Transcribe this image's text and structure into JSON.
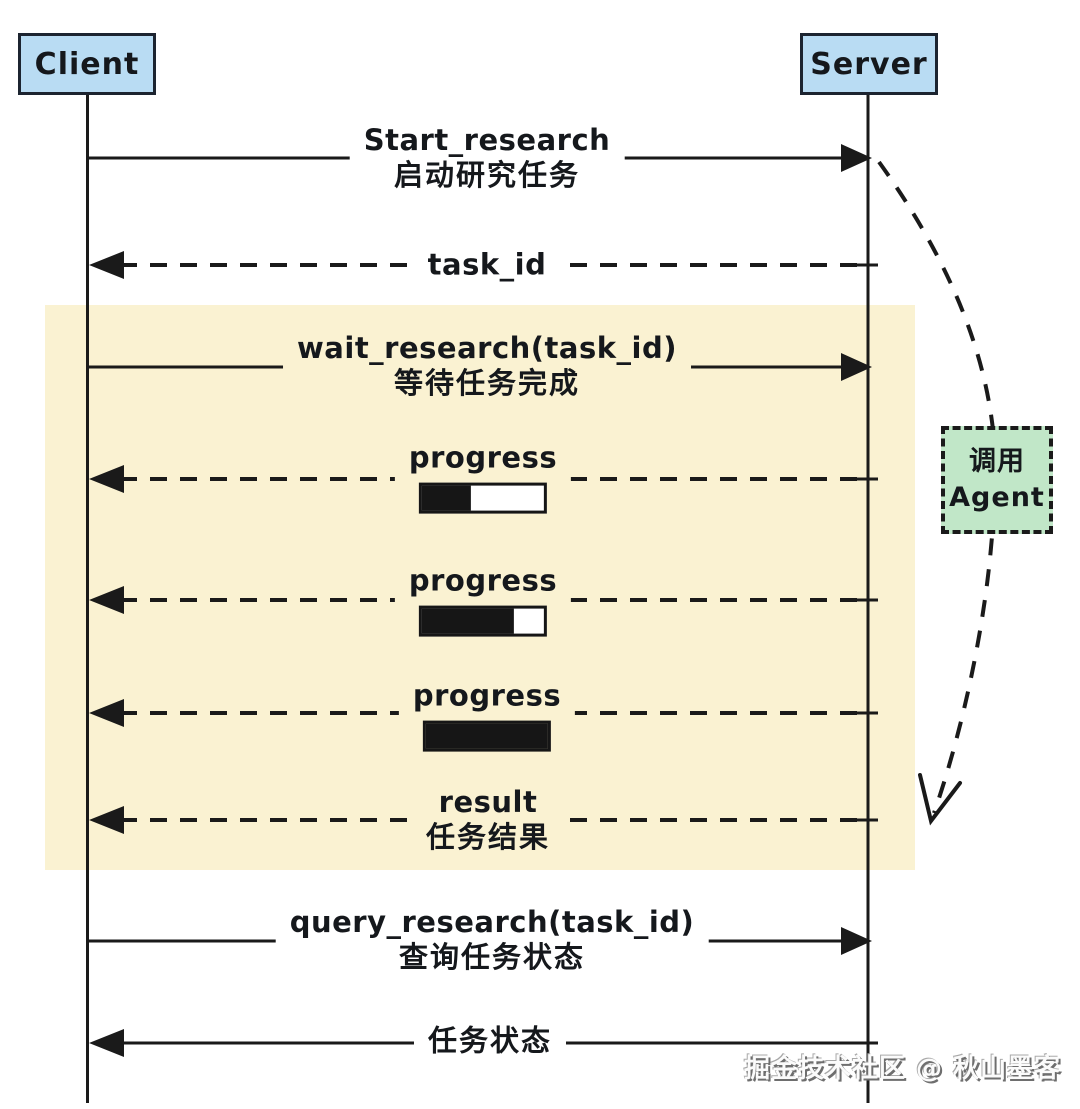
{
  "diagram": {
    "actors": [
      {
        "id": "client",
        "label": "Client"
      },
      {
        "id": "server",
        "label": "Server"
      }
    ],
    "messages": [
      {
        "id": "start-research",
        "label": "Start_research",
        "sublabel": "启动研究任务",
        "type": "solid",
        "direction": "client-to-server"
      },
      {
        "id": "task-id",
        "label": "task_id",
        "type": "dashed",
        "direction": "server-to-client"
      },
      {
        "id": "wait-research",
        "label": "wait_research(task_id)",
        "sublabel": "等待任务完成",
        "type": "solid",
        "direction": "client-to-server"
      },
      {
        "id": "progress-1",
        "label": "progress",
        "progress": 40,
        "type": "dashed",
        "direction": "server-to-client"
      },
      {
        "id": "progress-2",
        "label": "progress",
        "progress": 75,
        "type": "dashed",
        "direction": "server-to-client"
      },
      {
        "id": "progress-3",
        "label": "progress",
        "progress": 100,
        "type": "dashed",
        "direction": "server-to-client"
      },
      {
        "id": "result",
        "label": "result",
        "sublabel": "任务结果",
        "type": "dashed",
        "direction": "server-to-client"
      },
      {
        "id": "query-research",
        "label": "query_research(task_id)",
        "sublabel": "查询任务状态",
        "type": "solid",
        "direction": "client-to-server"
      },
      {
        "id": "task-status",
        "label": "任务状态",
        "type": "solid",
        "direction": "server-to-client"
      }
    ],
    "annotation": {
      "line1": "调用",
      "line2": "Agent",
      "meaning": "调用 Agent"
    },
    "watermark": "掘金技术社区 @ 秋山墨客",
    "colors": {
      "actor_fill": "#b9dcf3",
      "highlight_fill": "#faf2d2",
      "annotation_fill": "#c1e7c8",
      "line": "#1a1a1a",
      "progress_fill": "#161616"
    }
  }
}
